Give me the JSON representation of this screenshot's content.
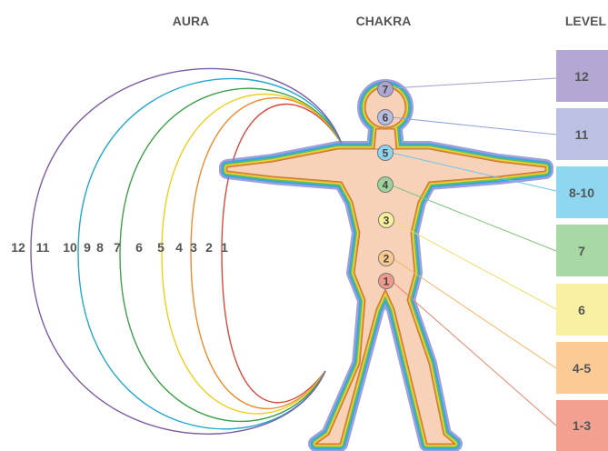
{
  "headers": {
    "aura": "AURA",
    "chakra": "CHAKRA",
    "level": "LEVEL"
  },
  "aura_numbers": [
    "12",
    "11",
    "10",
    "9",
    "8",
    "7",
    "6",
    "5",
    "4",
    "3",
    "2",
    "1"
  ],
  "aura_rings": [
    {
      "color": "#d64a3a"
    },
    {
      "color": "#ef8a2c"
    },
    {
      "color": "#efcf1e"
    },
    {
      "color": "#3ea04a"
    },
    {
      "color": "#22a7cf"
    },
    {
      "color": "#7d5ca6"
    }
  ],
  "body_layers": [
    "#7f7fd0",
    "#39a6e2",
    "#5fbf5a",
    "#e8d63a",
    "#e8922c",
    "#e6b89c"
  ],
  "chakras": [
    {
      "label": "7",
      "color": "#b0a7d0"
    },
    {
      "label": "6",
      "color": "#b8bde2"
    },
    {
      "label": "5",
      "color": "#8fd4ee"
    },
    {
      "label": "4",
      "color": "#9ed29b"
    },
    {
      "label": "3",
      "color": "#f8ef99"
    },
    {
      "label": "2",
      "color": "#fbc98d"
    },
    {
      "label": "1",
      "color": "#ee9a8a"
    }
  ],
  "levels": [
    {
      "label": "12",
      "color": "#b3a8d3"
    },
    {
      "label": "11",
      "color": "#bcc0e3"
    },
    {
      "label": "8-10",
      "color": "#8fd6f1"
    },
    {
      "label": "7",
      "color": "#a8d8a3"
    },
    {
      "label": "6",
      "color": "#f9f0a3"
    },
    {
      "label": "4-5",
      "color": "#fccb95"
    },
    {
      "label": "1-3",
      "color": "#f2a08f"
    }
  ],
  "connector_colors": [
    "#a89cd0",
    "#8fa2d8",
    "#6fc4ea",
    "#7fc47c",
    "#f0de6a",
    "#f7b56a",
    "#ec8470"
  ]
}
